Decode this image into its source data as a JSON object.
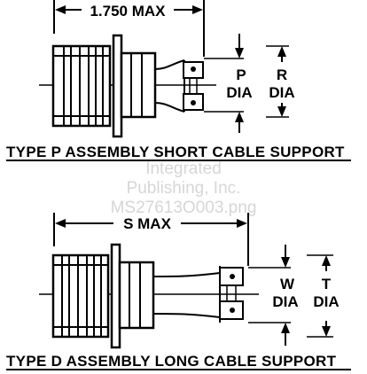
{
  "watermark": {
    "line1": "Integrated",
    "line2": "Publishing, Inc.",
    "line3": "MS27613O003.png"
  },
  "type_p": {
    "dim_length": "1.750 MAX",
    "dim_p_letter": "P",
    "dim_p_dia": "DIA",
    "dim_r_letter": "R",
    "dim_r_dia": "DIA",
    "caption": "TYPE P ASSEMBLY  SHORT CABLE SUPPORT"
  },
  "type_d": {
    "dim_length": "S MAX",
    "dim_w_letter": "W",
    "dim_w_dia": "DIA",
    "dim_t_letter": "T",
    "dim_t_dia": "DIA",
    "caption": "TYPE D ASSEMBLY  LONG CABLE SUPPORT"
  }
}
